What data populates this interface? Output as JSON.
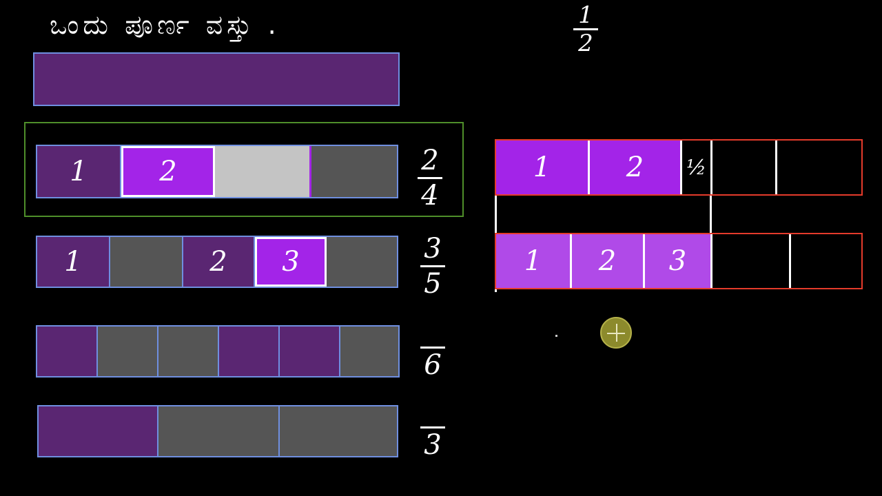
{
  "title": "ಒಂದು ಪೂರ್ಣ ವಸ್ತು .",
  "colors": {
    "background": "#000000",
    "purple": "#5a2672",
    "bright_purple": "#a324e8",
    "light_purple": "#b04ae8",
    "gray": "#555555",
    "light_gray": "#c4c4c4",
    "bar_outline": "#6f8fe0",
    "red_outline": "#e53b2b",
    "green_outline": "#4f8f2a"
  },
  "left": {
    "bar2": {
      "labels": [
        "1",
        "2",
        "",
        ""
      ],
      "fraction": {
        "num": "2",
        "den": "4"
      }
    },
    "bar3": {
      "labels": [
        "1",
        "",
        "2",
        "3",
        ""
      ],
      "fraction": {
        "num": "3",
        "den": "5"
      }
    },
    "bar4": {
      "fraction": {
        "den": "6"
      }
    },
    "bar5": {
      "fraction": {
        "den": "3"
      }
    }
  },
  "right": {
    "half": {
      "num": "1",
      "den": "2"
    },
    "top_labels": [
      "1",
      "2",
      "½",
      "",
      ""
    ],
    "bottom_labels": [
      "1",
      "2",
      "3",
      "",
      ""
    ]
  },
  "cursor": "crosshair-cursor-icon"
}
